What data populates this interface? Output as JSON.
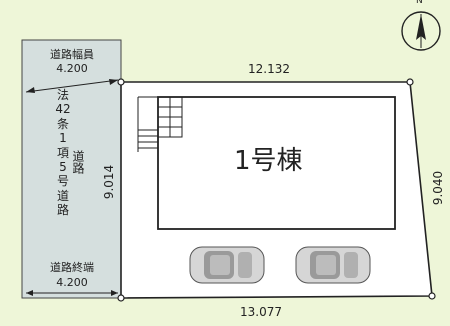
{
  "site_plan": {
    "building_label": "1号棟",
    "road": {
      "width_label": "道路幅員",
      "width_value": "4.200",
      "end_label": "道路終端",
      "end_value": "4.200",
      "legal_basis_lines": [
        "法",
        "42",
        "条",
        "1",
        "項",
        "5",
        "号",
        "道",
        "路"
      ],
      "side_label": "道路"
    },
    "dimensions": {
      "top": "12.132",
      "bottom": "13.077",
      "left": "9.014",
      "right": "9.040"
    },
    "north_symbol": "N",
    "colors": {
      "background": "#eef6d8",
      "road_fill": "#d5dfde",
      "lot_fill": "#ffffff",
      "building_fill": "#ffffff",
      "outline": "#222222"
    }
  }
}
